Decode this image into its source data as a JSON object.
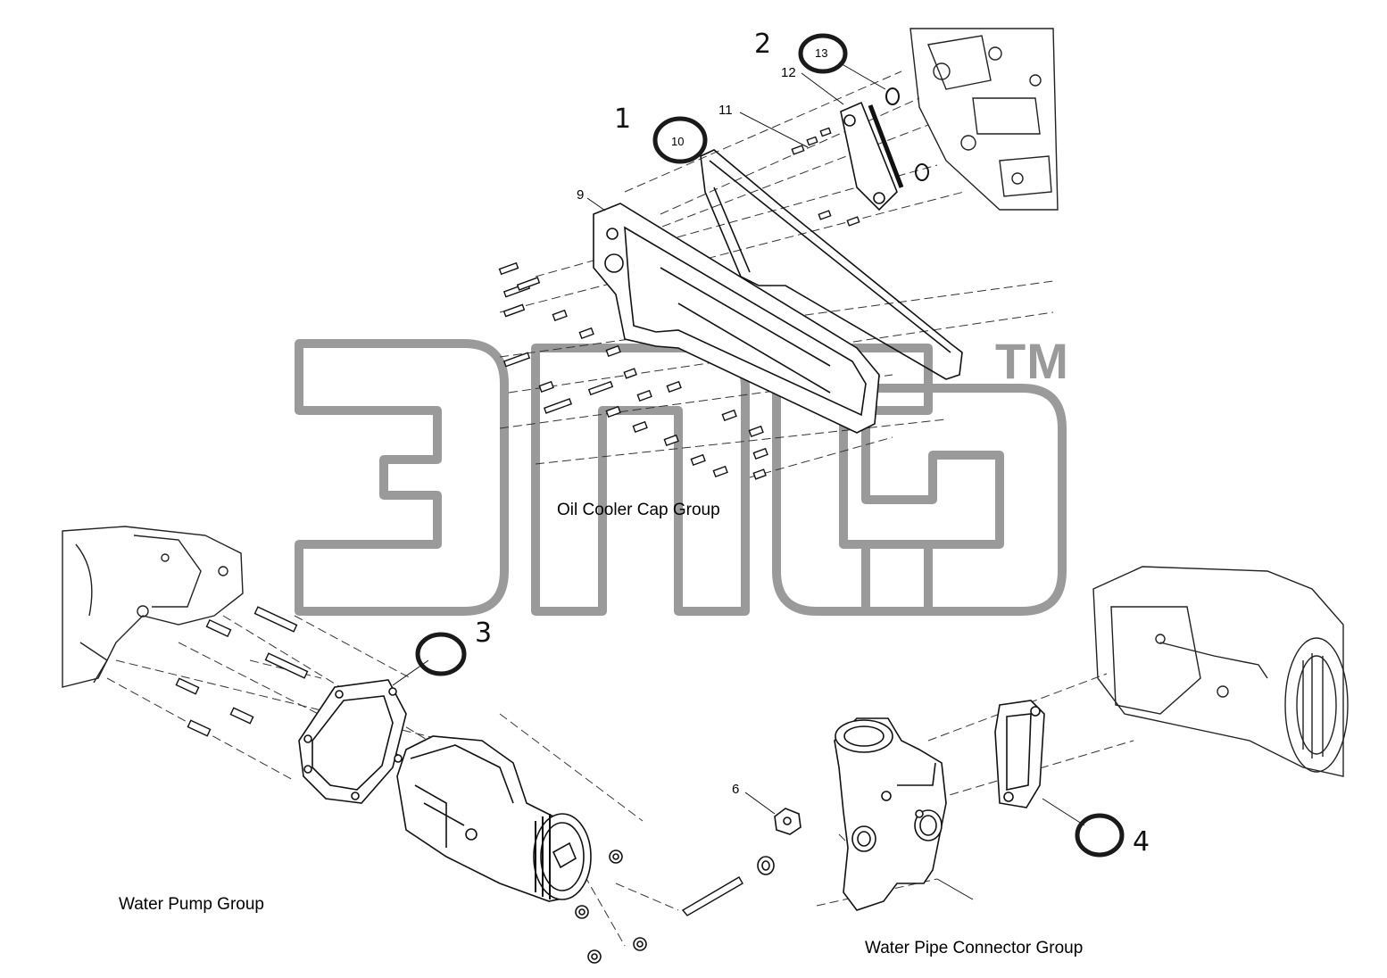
{
  "groups": {
    "oil_cooler": "Oil Cooler Cap Group",
    "water_pump": "Water Pump Group",
    "water_pipe": "Water Pipe Connector Group"
  },
  "callouts": {
    "c1": "1",
    "c2": "2",
    "c3": "3",
    "c4": "4",
    "c6": "6",
    "c9": "9",
    "c10": "10",
    "c11": "11",
    "c12": "12",
    "c13": "13"
  },
  "watermark": {
    "tm": "TM"
  },
  "colors": {
    "highlight": "#1a1a1a",
    "watermark": "#9a9a9a"
  }
}
